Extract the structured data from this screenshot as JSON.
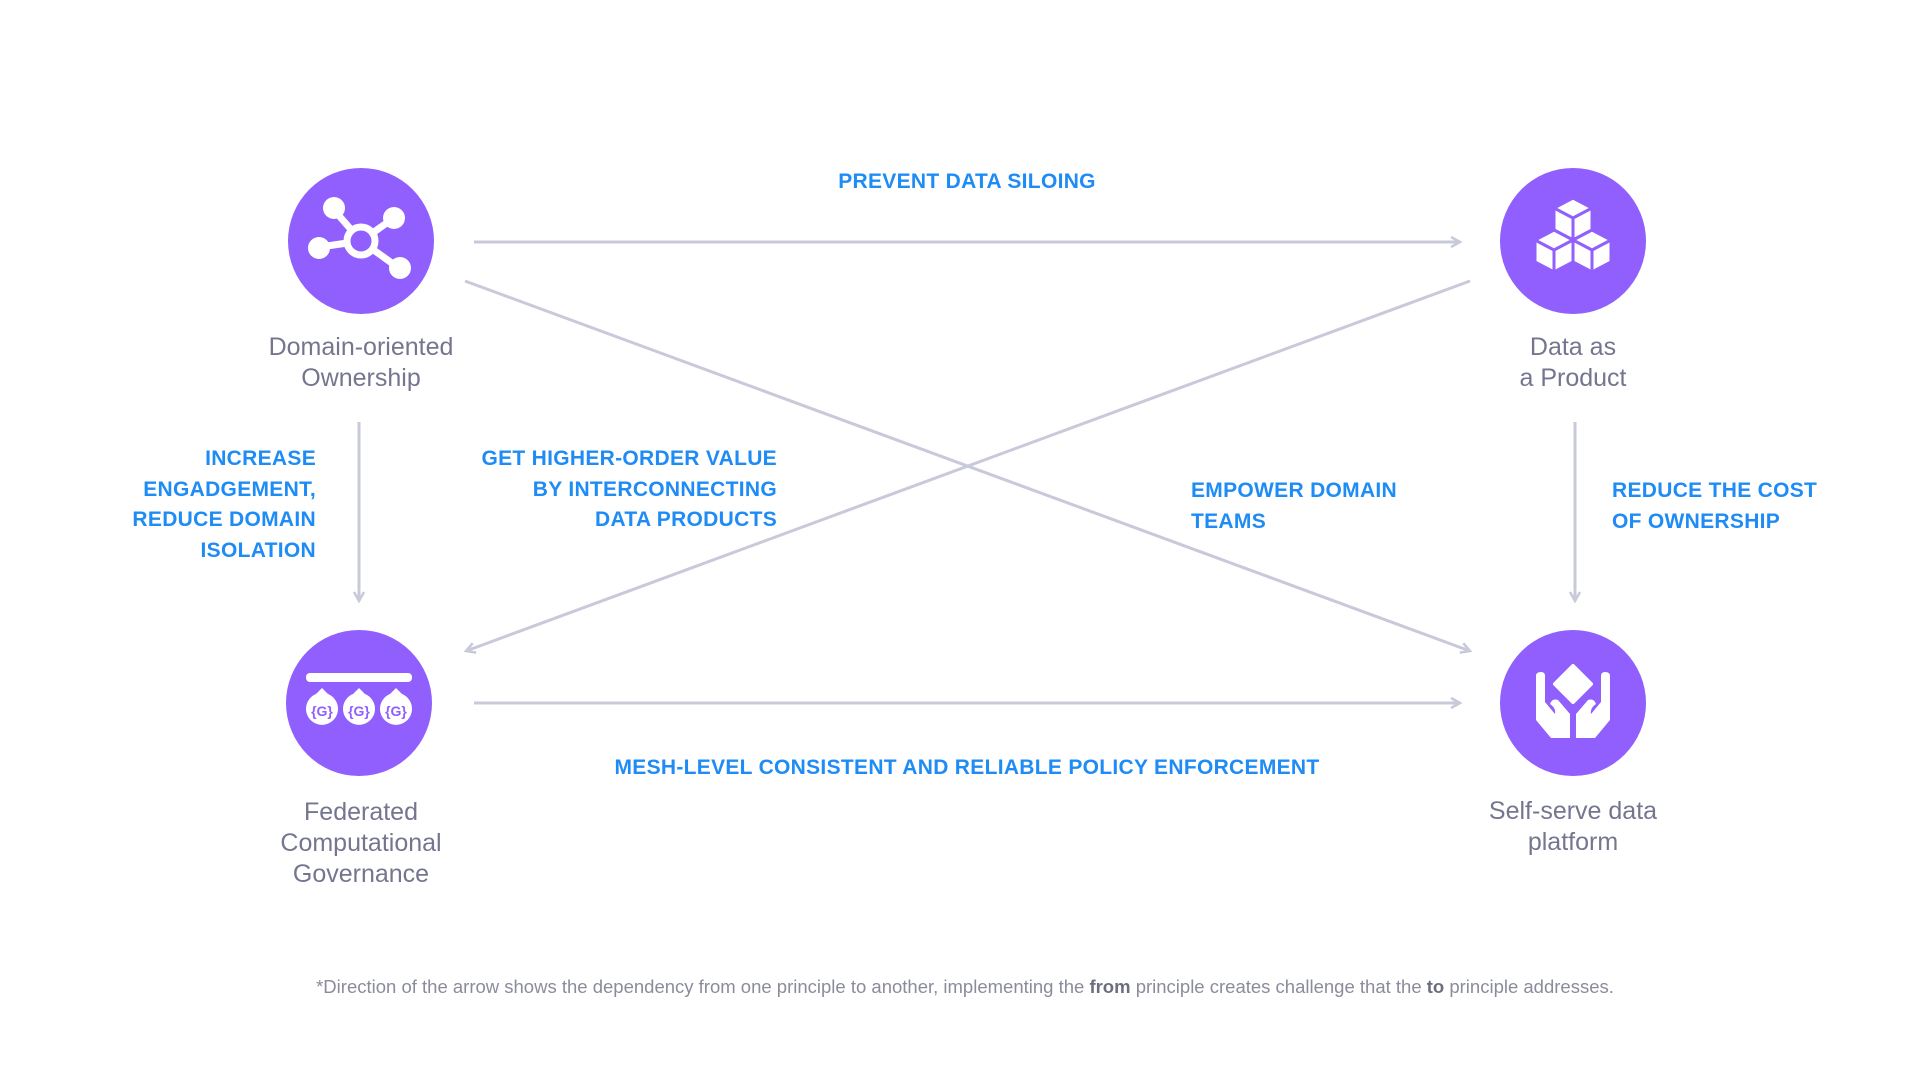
{
  "colors": {
    "accent": "#905ffd",
    "relation_text": "#1f8cf5",
    "arrow": "#c8c9d9",
    "label": "#74768f"
  },
  "principles": [
    {
      "id": "domain",
      "icon": "network-hub-icon",
      "lines": [
        "Domain-oriented",
        "Ownership"
      ]
    },
    {
      "id": "product",
      "icon": "cubes-icon",
      "lines": [
        "Data as",
        "a Product"
      ]
    },
    {
      "id": "governance",
      "icon": "governance-icon",
      "icon_text": "{G}",
      "lines": [
        "Federated",
        "Computational",
        "Governance"
      ]
    },
    {
      "id": "platform",
      "icon": "hands-holding-icon",
      "lines": [
        "Self-serve data",
        "platform"
      ]
    }
  ],
  "relations": {
    "domain_to_product": [
      "PREVENT DATA SILOING"
    ],
    "domain_to_governance": [
      "INCREASE",
      "ENGADGEMENT,",
      "REDUCE DOMAIN",
      "ISOLATION"
    ],
    "product_to_governance": [
      "GET HIGHER-ORDER VALUE",
      "BY INTERCONNECTING",
      "DATA PRODUCTS"
    ],
    "domain_to_platform": [
      "EMPOWER DOMAIN",
      "TEAMS"
    ],
    "product_to_platform": [
      "REDUCE THE COST",
      "OF OWNERSHIP"
    ],
    "governance_to_platform": [
      "MESH-LEVEL CONSISTENT AND RELIABLE POLICY ENFORCEMENT"
    ]
  },
  "footnote": {
    "part1": "*Direction of the arrow shows the dependency from one principle to another, implementing the ",
    "from": "from",
    "part2": " principle creates challenge that the ",
    "to": "to",
    "part3": " principle addresses."
  }
}
